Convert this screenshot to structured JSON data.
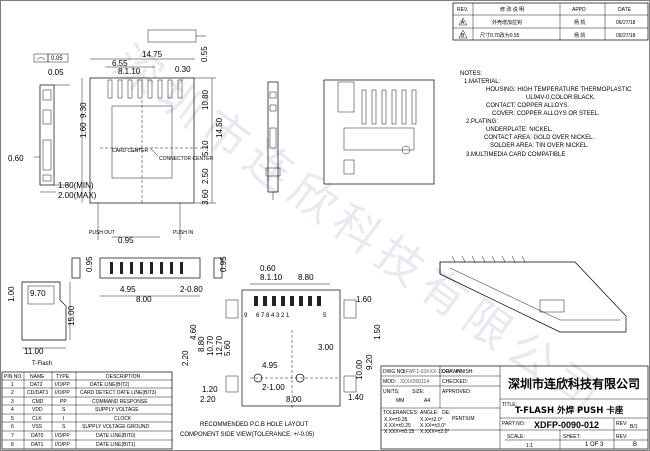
{
  "revision_table": {
    "headers": [
      "REV.",
      "修 改 说 明",
      "APPD",
      "DATE"
    ],
    "rows": [
      {
        "rev": "A",
        "desc": "外壳增加拉钩",
        "appd": "杨 凯",
        "date": "09/27/18"
      },
      {
        "rev": "B",
        "desc": "尺寸0.70改为0.55",
        "appd": "杨 凯",
        "date": "09/27/18"
      }
    ]
  },
  "notes": {
    "heading": "NOTES:",
    "lines": [
      "1.MATERIAL:",
      "HOUSING: HIGH TEMPERATURE THERMOPLASTIC",
      "UL94V-0,COLOR:BLACK.",
      "CONTACT: COPPER ALLOYS.",
      "COVER: COPPER ALLOYS OR STEEL.",
      "2.PLATING:",
      "UNDERPLATE: NICKEL.",
      "CONTACT AREA: GOLD OVER NICKEL.",
      "SOLDER AREA: TIN OVER NICKEL.",
      "3.MULTIMEDIA CARD COMPATIBLE"
    ]
  },
  "dimensions": {
    "top": [
      "14.75",
      "6.55",
      "8.1.10",
      "0.30",
      "0.55",
      "0.05"
    ],
    "left": [
      "9.30",
      "1.60",
      "0.60",
      "1.80(MIN)",
      "2.00(MAX)"
    ],
    "right": [
      "10.80",
      "14.50",
      "5.10",
      "2.50",
      "3.60"
    ],
    "middle": [
      "0.95",
      "0.95",
      "4.95",
      "8.00",
      "2-0.80",
      "0.95"
    ],
    "pcb_top": [
      "0.60",
      "8.1.10",
      "8.80",
      "1.60"
    ],
    "pcb_left": [
      "2.20",
      "8.80",
      "10.70",
      "12.70",
      "4.60",
      "5.60"
    ],
    "pcb_right": [
      "9.20",
      "1.50",
      "10.00",
      "3.00",
      "1.40"
    ],
    "pcb_bottom": [
      "4.95",
      "2-1.00",
      "1.20",
      "2.20",
      "8.00"
    ],
    "card": [
      "9.70",
      "15.00",
      "11.00",
      "1.00"
    ]
  },
  "labels": {
    "card_center": "CARD CENTER",
    "connector_center": "CONNECTOR CENTER",
    "push_out": "PUSH OUT",
    "push_in": "PUSH IN",
    "pcb_pin_numbers": "6 7 8 4 3 2 1",
    "pcb_pin_first": "9",
    "pcb_pin_last": "5",
    "flatness": "0.05",
    "tflash": "T-Flash",
    "recommended_line1": "RECOMMENDED P.C.B HOLE LAYOUT",
    "recommended_line2": "COMPONENT SIDE VIEW(TOLERANCE: +/-0.05)"
  },
  "pin_table": {
    "headers": [
      "PIN NO.",
      "NAME",
      "TYPE",
      "DESCRIPTION"
    ],
    "rows": [
      [
        "1",
        "DAT2",
        "I/O/PP",
        "DATE LINE(BIT2)"
      ],
      [
        "2",
        "CD/DAT3",
        "I/O/PP",
        "CARD DETECT DATE LINE(BIT3)"
      ],
      [
        "3",
        "CMD",
        "PP",
        "COMMAND RESPONSE"
      ],
      [
        "4",
        "VDD",
        "S",
        "SUPPLY VOLTAGE"
      ],
      [
        "5",
        "CLK",
        "I",
        "CLOCK"
      ],
      [
        "6",
        "VSS",
        "S",
        "SUPPLY VOLTAGE GROUND"
      ],
      [
        "7",
        "DAT0",
        "I/O/PP",
        "DATE LINE(BIT0)"
      ],
      [
        "8",
        "DAT1",
        "I/O/PP",
        "DATE LINE(BIT1)"
      ]
    ]
  },
  "title_block": {
    "dwg_no_label": "DWG NO:",
    "dwg_no": "SFWF1-03XXX-1XXX",
    "mod_label": "MOD:",
    "mod": "3XXX000114",
    "units_label": "UNITS:",
    "units": "MM",
    "size_label": "SIZE:",
    "size": "A4",
    "tolerances_label": "TOLERANCES:",
    "tol_lines": [
      "X.X=±0.35",
      "X.XX=±0.25",
      "X.XXX=±0.15"
    ],
    "angle_label": "ANGLE:",
    "angle_lines": [
      "X.X=±2.0°",
      "X.XX=±3.0°",
      "X.XXX=±2.0°"
    ],
    "company": "深圳市连欣科技有限公司",
    "drawn_label": "DRAWN:",
    "checked_label": "CHECKED:",
    "approved_label": "APPROVED:",
    "finish_label": "FINISH:",
    "title_label": "TITLE:",
    "title": "T-FLASH 外焊 PUSH 卡座",
    "material_label": "DE:",
    "material": "PENTIUM",
    "part_no_label": "PART NO:",
    "part_no": "XDFP-0090-012",
    "rev_label": "REV:",
    "rev": "B/1",
    "scale_label": "SCALE:",
    "scale": "1:1",
    "sheet_label": "SHEET:",
    "sheet": "1 OF 3",
    "rev2_label": "REV:",
    "rev2": "B"
  },
  "watermark": "深圳市连欣科技有限公司"
}
